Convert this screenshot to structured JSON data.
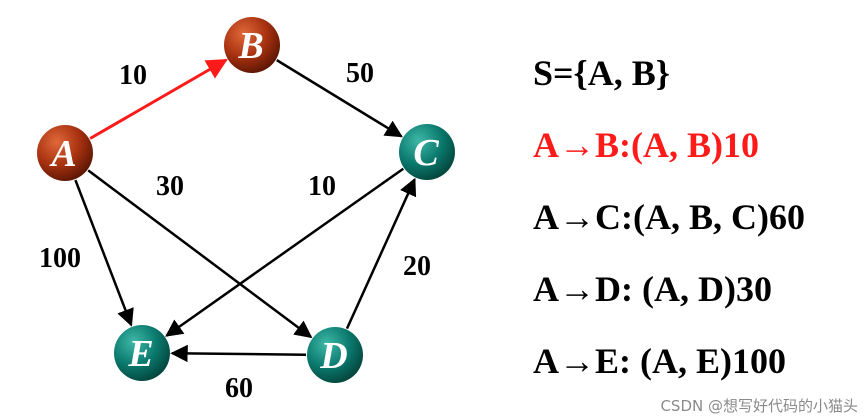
{
  "graph": {
    "nodes": [
      {
        "id": "A",
        "label": "A",
        "style": "orange"
      },
      {
        "id": "B",
        "label": "B",
        "style": "orange"
      },
      {
        "id": "C",
        "label": "C",
        "style": "teal"
      },
      {
        "id": "D",
        "label": "D",
        "style": "teal"
      },
      {
        "id": "E",
        "label": "E",
        "style": "teal"
      }
    ],
    "edges": [
      {
        "from": "A",
        "to": "B",
        "weight": "10",
        "highlight": true
      },
      {
        "from": "B",
        "to": "C",
        "weight": "50",
        "highlight": false
      },
      {
        "from": "A",
        "to": "D",
        "weight": "30",
        "highlight": false
      },
      {
        "from": "A",
        "to": "E",
        "weight": "100",
        "highlight": false
      },
      {
        "from": "C",
        "to": "E",
        "weight": "10",
        "highlight": false
      },
      {
        "from": "D",
        "to": "C",
        "weight": "20",
        "highlight": false
      },
      {
        "from": "D",
        "to": "E",
        "weight": "60",
        "highlight": false
      }
    ]
  },
  "paths": [
    {
      "text": "S={A, B}",
      "highlight": false
    },
    {
      "text": "A→B:(A, B)10",
      "highlight": true
    },
    {
      "text": "A→C:(A, B, C)60",
      "highlight": false
    },
    {
      "text": "A→D: (A, D)30",
      "highlight": false
    },
    {
      "text": "A→E: (A, E)100",
      "highlight": false
    }
  ],
  "colors": {
    "highlight": "#ff1a1a",
    "edge": "#000000",
    "orange_node": "#a83210",
    "teal_node": "#0b7a6e"
  },
  "watermark": "CSDN @想写好代码的小猫头"
}
